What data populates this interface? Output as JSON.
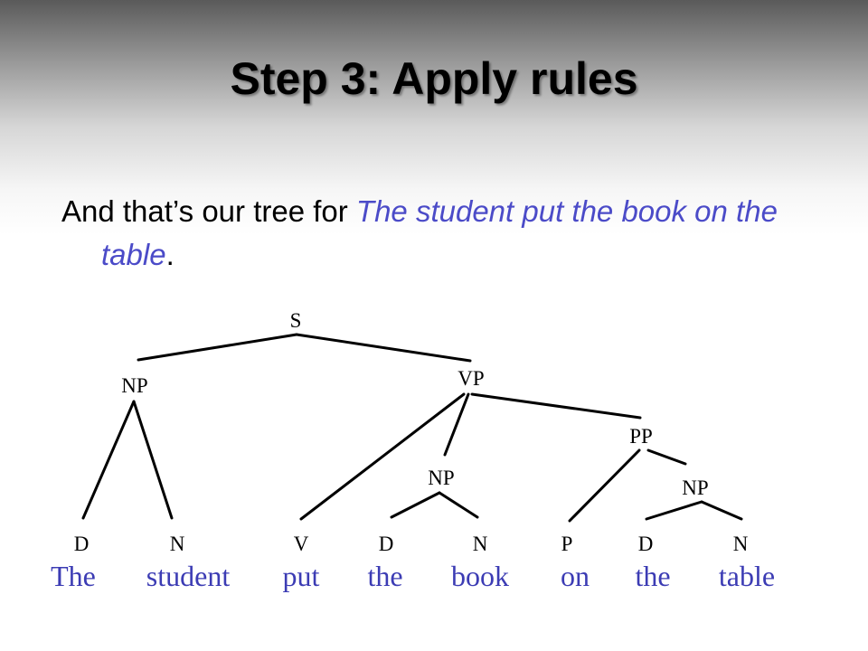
{
  "slide": {
    "title": "Step 3: Apply rules",
    "text_prefix": "And that’s our tree for ",
    "text_italic": "The student put the book on the table",
    "text_suffix": "."
  },
  "tree": {
    "nodes": {
      "s": "S",
      "np_subject": "NP",
      "vp": "VP",
      "pp": "PP",
      "np_object": "NP",
      "np_pp": "NP",
      "d1": "D",
      "n1": "N",
      "v": "V",
      "d2": "D",
      "n2": "N",
      "p": "P",
      "d3": "D",
      "n3": "N"
    },
    "words": {
      "w1": "The",
      "w2": "student",
      "w3": "put",
      "w4": "the",
      "w5": "book",
      "w6": "on",
      "w7": "the",
      "w8": "table"
    }
  },
  "colors": {
    "highlight": "#4b4bc8",
    "words": "#3c3cb4"
  }
}
